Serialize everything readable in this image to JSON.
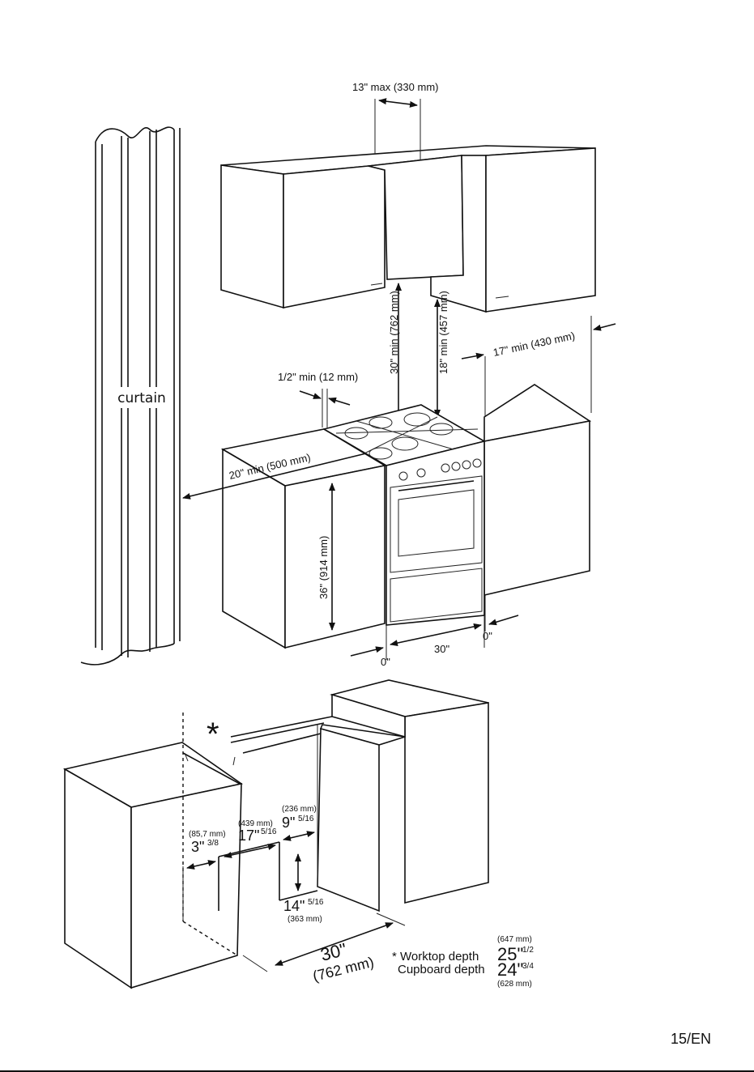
{
  "top_figure": {
    "curtain_label": "curtain",
    "hood_gap_label": "13\" max (330 mm)",
    "clearance_30_label": "30\" min (762 mm)",
    "clearance_18_label": "18\" min (457 mm)",
    "clearance_17_label": "17\" min (430 mm)",
    "side_gap_label": "1/2\" min (12 mm)",
    "side_20_label": "20\" min (500 mm)",
    "height_36_label": "36\" (914 mm)",
    "width_30_label": "30\"",
    "zero_left_label": "0\"",
    "zero_right_label": "0\""
  },
  "bottom_figure": {
    "asterisk": "*",
    "m3_mm": "(85,7 mm)",
    "m3_in": "3\"",
    "m3_frac": "3/8",
    "m17_mm": "(439 mm)",
    "m17_in": "17\"",
    "m17_frac": "5/16",
    "m9_mm": "(236 mm)",
    "m9_in": "9\"",
    "m9_frac": "5/16",
    "m14_in": "14\"",
    "m14_frac": "5/16",
    "m14_mm": "(363 mm)",
    "m30_in": "30\"",
    "m30_mm": "(762 mm)",
    "worktop_label": "* Worktop depth",
    "worktop_in": "25\"",
    "worktop_frac": "1/2",
    "worktop_mm": "(647 mm)",
    "cupboard_label": "Cupboard depth",
    "cupboard_in": "24\"",
    "cupboard_frac": "3/4",
    "cupboard_mm": "(628 mm)"
  },
  "page_number": "15/EN"
}
